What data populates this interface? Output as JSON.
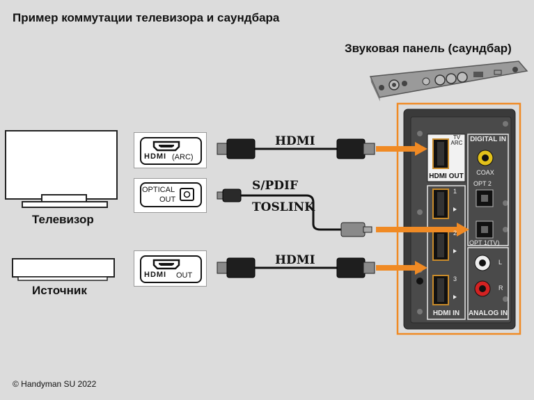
{
  "title": "Пример коммутации телевизора и саундбара",
  "soundbar_label": "Звуковая панель (саундбар)",
  "devices": {
    "tv": "Телевизор",
    "source": "Источник"
  },
  "ports_left": {
    "tv_hdmi_logo": "HDMI",
    "tv_hdmi_suffix": "(ARC)",
    "optical_line1": "OPTICAL",
    "optical_line2": "OUT",
    "src_hdmi_logo": "HDMI",
    "src_hdmi_suffix": "OUT"
  },
  "cables": {
    "hdmi_top": "HDMI",
    "spdif": "S/PDIF",
    "toslink": "TOSLINK",
    "hdmi_bottom": "HDMI"
  },
  "panel": {
    "tv_arc": "TV\nARC",
    "hdmi_out": "HDMI OUT",
    "hdmi_in": "HDMI IN",
    "hdmi_in_1": "1",
    "hdmi_in_2": "2",
    "hdmi_in_3": "3",
    "digital_in": "DIGITAL IN",
    "coax": "COAX",
    "opt2": "OPT 2",
    "opt1": "OPT 1(TV)",
    "analog_l": "L",
    "analog_r": "R",
    "analog_in": "ANALOG IN"
  },
  "footer": "© Handyman SU 2022",
  "colors": {
    "background": "#dcdcdc",
    "highlight": "#f08a24",
    "panel": "#3a3a3a"
  }
}
